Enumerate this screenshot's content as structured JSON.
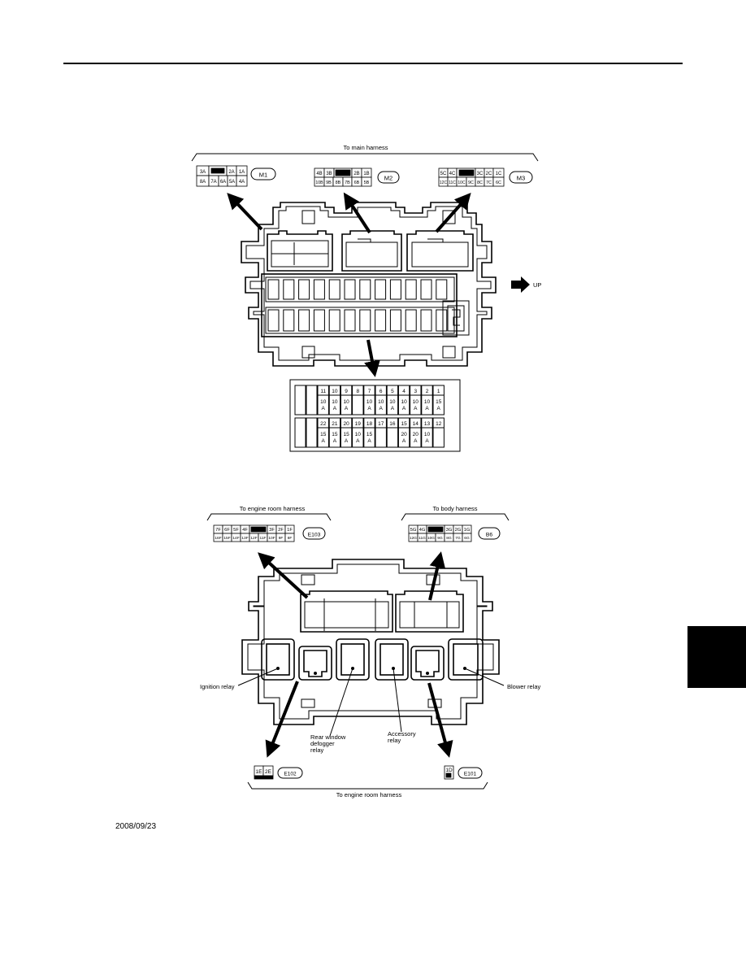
{
  "header": {
    "date": "2008/09/23"
  },
  "top_diagram": {
    "harness_label": "To main harness",
    "up_label": "UP",
    "connectors": {
      "M1": {
        "id": "M1",
        "row1": [
          "3A",
          "",
          "2A",
          "1A"
        ],
        "row2": [
          "8A",
          "7A",
          "6A",
          "5A",
          "4A"
        ]
      },
      "M2": {
        "id": "M2",
        "row1": [
          "4B",
          "3B",
          "",
          "2B",
          "1B"
        ],
        "row2": [
          "10B",
          "9B",
          "8B",
          "7B",
          "6B",
          "5B"
        ]
      },
      "M3": {
        "id": "M3",
        "row1": [
          "5C",
          "4C",
          "",
          "3C",
          "2C",
          "1C"
        ],
        "row2": [
          "12C",
          "11C",
          "10C",
          "9C",
          "8C",
          "7C",
          "6C"
        ]
      }
    },
    "fuse_top": [
      {
        "num": "11",
        "amp": "10",
        "unit": "A"
      },
      {
        "num": "10",
        "amp": "10",
        "unit": "A"
      },
      {
        "num": "9",
        "amp": "10",
        "unit": "A"
      },
      {
        "num": "8",
        "amp": "",
        "unit": ""
      },
      {
        "num": "7",
        "amp": "10",
        "unit": "A"
      },
      {
        "num": "6",
        "amp": "10",
        "unit": "A"
      },
      {
        "num": "5",
        "amp": "10",
        "unit": "A"
      },
      {
        "num": "4",
        "amp": "10",
        "unit": "A"
      },
      {
        "num": "3",
        "amp": "10",
        "unit": "A"
      },
      {
        "num": "2",
        "amp": "10",
        "unit": "A"
      },
      {
        "num": "1",
        "amp": "15",
        "unit": "A"
      }
    ],
    "fuse_bottom": [
      {
        "num": "22",
        "amp": "15",
        "unit": "A"
      },
      {
        "num": "21",
        "amp": "15",
        "unit": "A"
      },
      {
        "num": "20",
        "amp": "15",
        "unit": "A"
      },
      {
        "num": "19",
        "amp": "10",
        "unit": "A"
      },
      {
        "num": "18",
        "amp": "15",
        "unit": "A"
      },
      {
        "num": "17",
        "amp": "",
        "unit": ""
      },
      {
        "num": "16",
        "amp": "",
        "unit": ""
      },
      {
        "num": "15",
        "amp": "20",
        "unit": "A"
      },
      {
        "num": "14",
        "amp": "20",
        "unit": "A"
      },
      {
        "num": "13",
        "amp": "10",
        "unit": "A"
      },
      {
        "num": "12",
        "amp": "",
        "unit": ""
      }
    ]
  },
  "bottom_diagram": {
    "left_harness_label": "To engine room harness",
    "right_harness_label": "To body harness",
    "bottom_harness_label": "To engine room harness",
    "connectors": {
      "E103": {
        "id": "E103",
        "row1": [
          "7F",
          "6F",
          "5F",
          "4F",
          "",
          "3F",
          "2F",
          "1F"
        ],
        "row2": [
          "16F",
          "15F",
          "14F",
          "13F",
          "12F",
          "11F",
          "10F",
          "9F",
          "8F"
        ]
      },
      "B6": {
        "id": "B6",
        "row1": [
          "5G",
          "4G",
          "",
          "3G",
          "2G",
          "1G"
        ],
        "row2": [
          "12G",
          "11G",
          "10G",
          "9G",
          "8G",
          "7G",
          "6G"
        ]
      },
      "E102": {
        "id": "E102",
        "row1": [
          "1E",
          "2E"
        ]
      },
      "E101": {
        "id": "E101",
        "row1": [
          "1D"
        ]
      }
    },
    "relays": {
      "ignition": "Ignition relay",
      "rear_window_1": "Rear window",
      "rear_window_2": "defogger",
      "rear_window_3": "relay",
      "accessory_1": "Accessory",
      "accessory_2": "relay",
      "blower": "Blower relay"
    }
  }
}
